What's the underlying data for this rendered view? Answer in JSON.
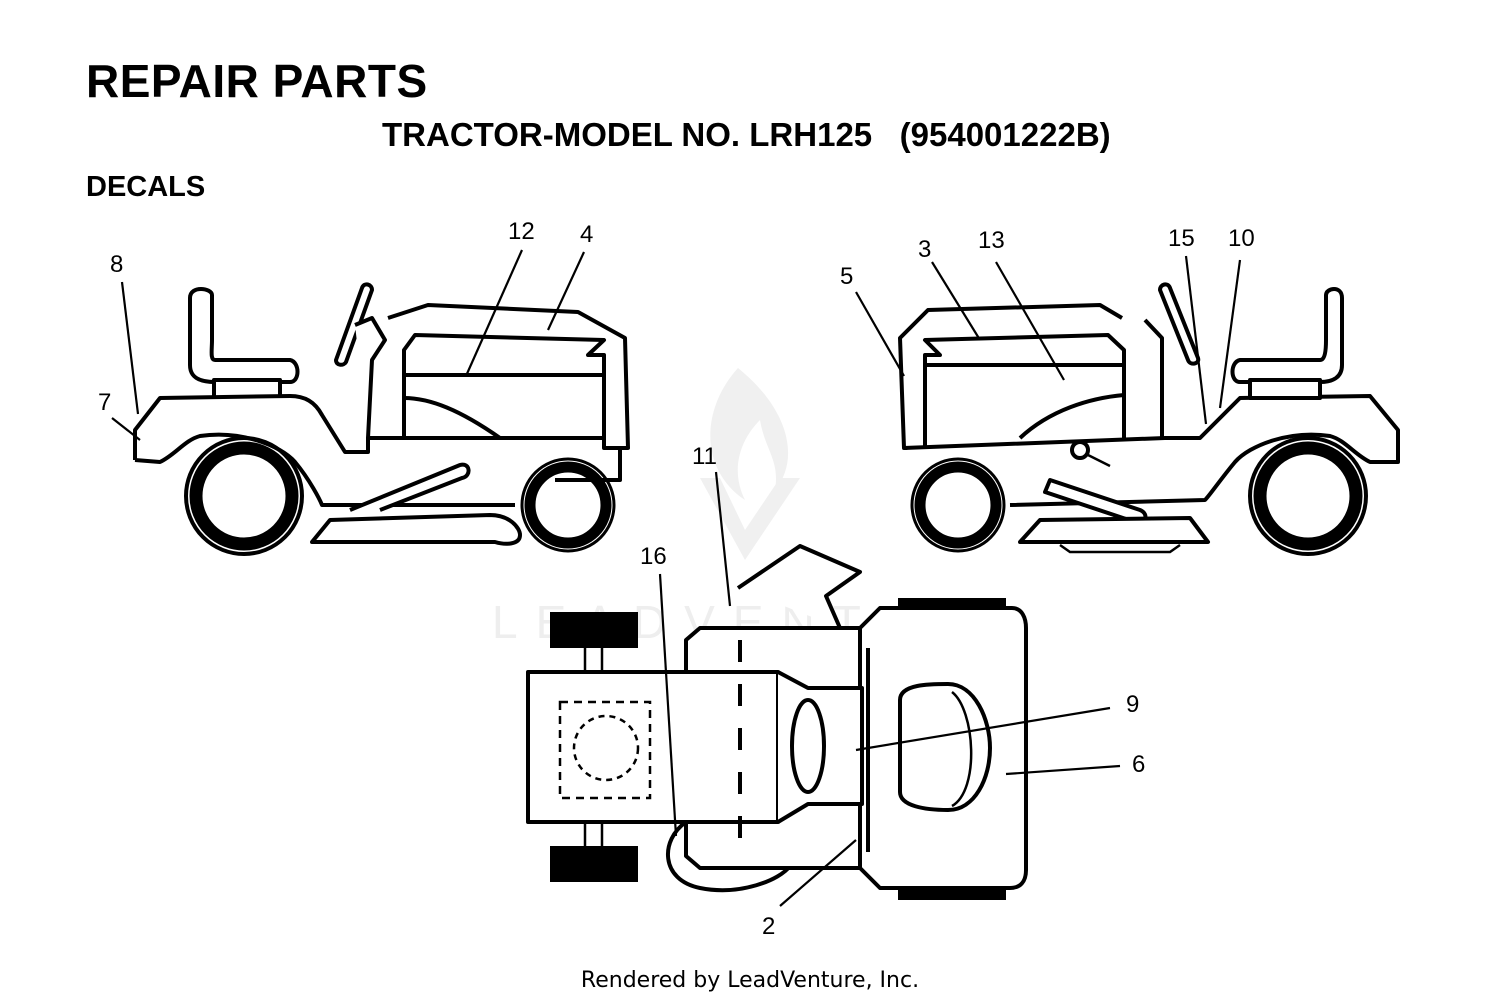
{
  "header": {
    "title": "REPAIR PARTS",
    "subtitle": "TRACTOR-MODEL NO. LRH125   (954001222B)",
    "section": "DECALS"
  },
  "watermark": "LEADVENTURE",
  "callouts": {
    "left_view": [
      "8",
      "7",
      "12",
      "4"
    ],
    "right_view": [
      "5",
      "3",
      "13",
      "15",
      "10"
    ],
    "top_view": [
      "11",
      "16",
      "9",
      "6",
      "2"
    ]
  },
  "footer": "Rendered by LeadVenture, Inc."
}
